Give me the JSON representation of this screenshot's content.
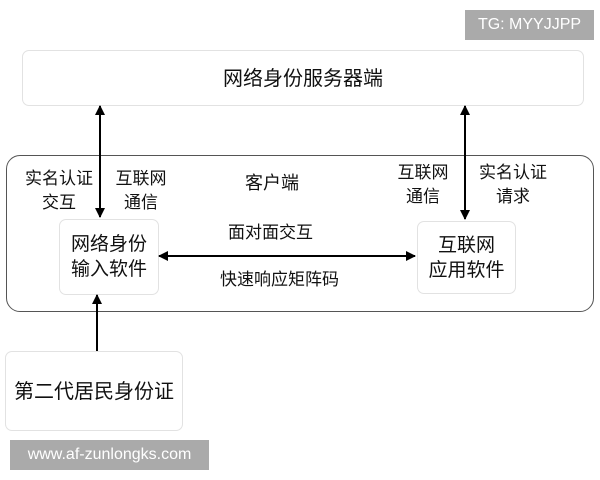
{
  "watermarks": {
    "top_right": "TG: MYYJJPP",
    "bottom_left": "www.af-zunlongks.com"
  },
  "nodes": {
    "server": "网络身份服务器端",
    "client_container": "客户端",
    "identity_input_software": [
      "网络身份",
      "输入软件"
    ],
    "internet_app_software": [
      "互联网",
      "应用软件"
    ],
    "id_card": "第二代居民身份证"
  },
  "edge_labels": {
    "left_realname": [
      "实名认证",
      "交互"
    ],
    "left_internet": [
      "互联网",
      "通信"
    ],
    "right_internet": [
      "互联网",
      "通信"
    ],
    "right_realname": [
      "实名认证",
      "请求"
    ],
    "face_to_face": "面对面交互",
    "qr_code": "快速响应矩阵码"
  },
  "colors": {
    "arrow": "#000000",
    "client_border": "#555555",
    "node_border": "#e2e2e2",
    "watermark_bg": "#aaaaaa"
  }
}
